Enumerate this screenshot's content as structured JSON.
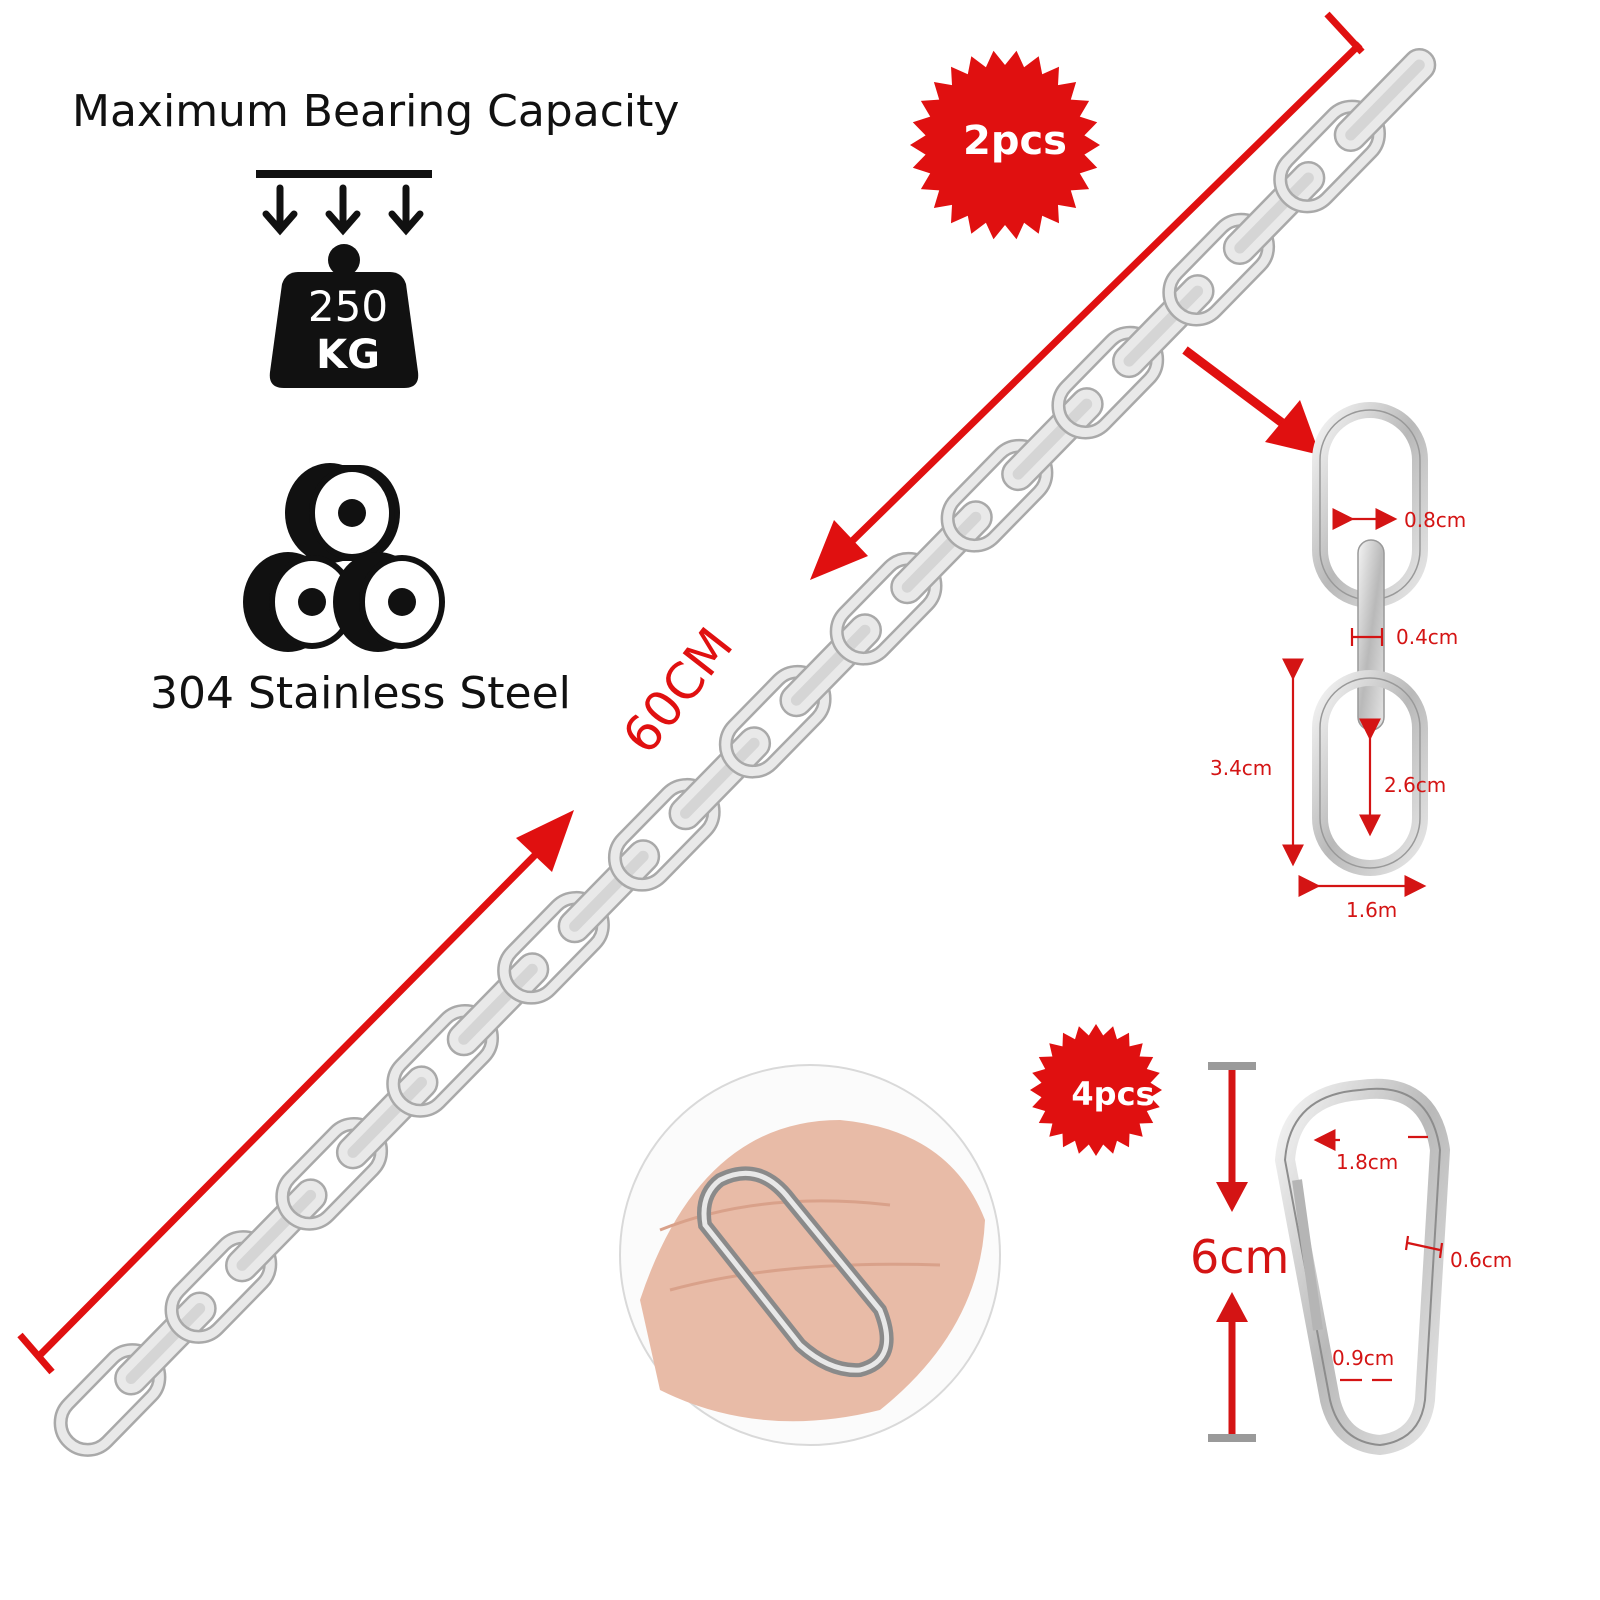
{
  "capacity": {
    "title": "Maximum Bearing Capacity",
    "weight_value": "250",
    "weight_unit": "KG",
    "weight_icon": "weight-icon"
  },
  "material": {
    "label": "304 Stainless Steel",
    "icon": "steel-pipes-icon"
  },
  "chain": {
    "length_label": "60CM",
    "quantity_badge": "2pcs",
    "link_dims": {
      "inner_width": "0.8cm",
      "wire": "0.4cm",
      "outer_length": "3.4cm",
      "inner_length": "2.6cm",
      "outer_width": "1.6m"
    }
  },
  "hook": {
    "quantity_badge": "4pcs",
    "length": "6cm",
    "gate_width": "1.8cm",
    "wire": "0.6cm",
    "eye_width": "0.9cm"
  },
  "colors": {
    "accent": "#e01010",
    "steel": "#c9c9c9",
    "icon": "#111111"
  }
}
